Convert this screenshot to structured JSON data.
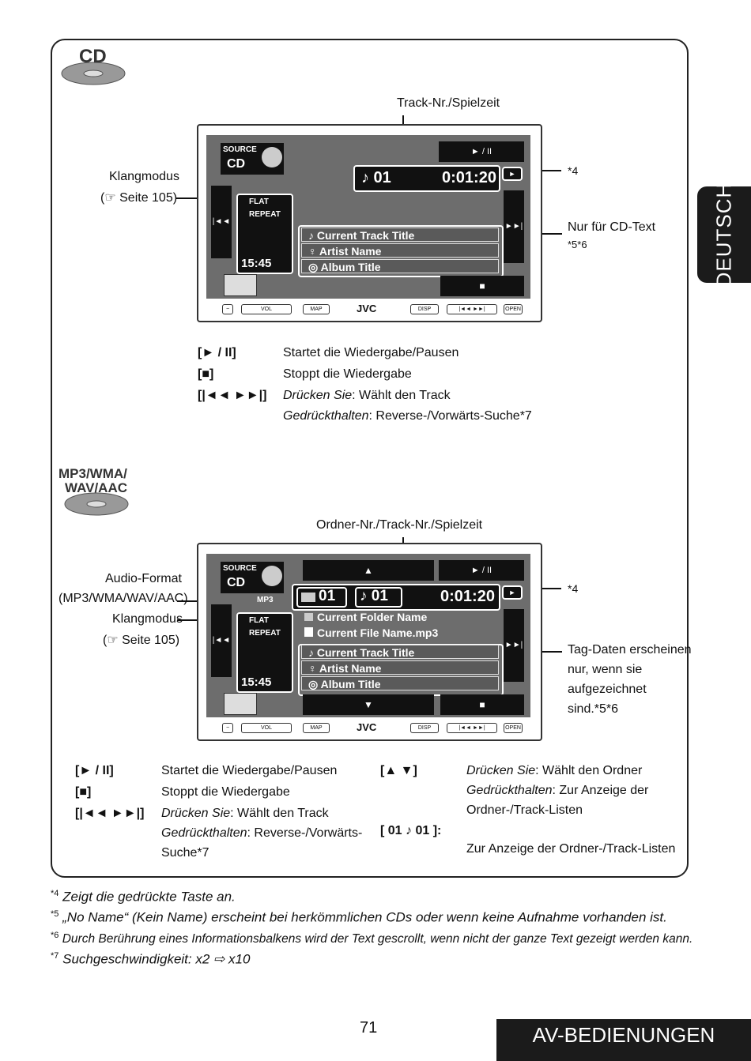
{
  "side_tab": "DEUTSCH",
  "page_number": "71",
  "section_title": "AV-BEDIENUNGEN",
  "section_cd": {
    "disc_label": "CD",
    "callout_top": "Track-Nr./Spielzeit",
    "callout_sound": "Klangmodus",
    "callout_sound_ref": "(☞ Seite 105)",
    "callout_btn": "*4",
    "callout_cdtext": "Nur für CD-Text",
    "callout_cdtext_ref": "*5*6",
    "screen": {
      "source_label": "SOURCE",
      "source_value": "CD",
      "track": "♪ 01",
      "time": "0:01:20",
      "flat": "FLAT",
      "repeat": "REPEAT",
      "clock": "15:45",
      "bars": [
        "♪ Current Track Title",
        "♀ Artist Name",
        "◎ Album Title"
      ],
      "play_btn": "► / II",
      "stop_btn": "■"
    },
    "controls": [
      {
        "key": "[► / II]",
        "text": "Startet die Wiedergabe/Pausen"
      },
      {
        "key": "[■]",
        "text": "Stoppt die Wiedergabe"
      },
      {
        "key": "[|◄◄ ►►|]",
        "text_italic": "Drücken Sie",
        "text": ": Wählt den Track"
      },
      {
        "key": "",
        "text_italic": "Gedrückthalten",
        "text": ": Reverse-/Vorwärts-Suche*7"
      }
    ]
  },
  "section_mp3": {
    "disc_label_1": "MP3/WMA/",
    "disc_label_2": "WAV/AAC",
    "callout_top": "Ordner-Nr./Track-Nr./Spielzeit",
    "callout_format": "Audio-Format",
    "callout_format_sub": "(MP3/WMA/WAV/AAC)",
    "callout_sound": "Klangmodus",
    "callout_sound_ref": "(☞ Seite 105)",
    "callout_btn": "*4",
    "callout_tag": [
      "Tag-Daten erscheinen",
      "nur, wenn sie",
      "aufgezeichnet",
      "sind.*5*6"
    ],
    "screen": {
      "source_label": "SOURCE",
      "source_value": "CD",
      "format": "MP3",
      "folder": "01",
      "track": "♪ 01",
      "time": "0:01:20",
      "flat": "FLAT",
      "repeat": "REPEAT",
      "clock": "15:45",
      "folder_name": "Current Folder Name",
      "file_name": "Current File Name.mp3",
      "bars": [
        "♪ Current Track Title",
        "♀ Artist Name",
        "◎ Album Title"
      ],
      "play_btn": "► / II",
      "stop_btn": "■"
    },
    "controls_left": [
      {
        "key": "[► / II]",
        "text": "Startet die Wiedergabe/Pausen"
      },
      {
        "key": "[■]",
        "text": "Stoppt die Wiedergabe"
      },
      {
        "key": "[|◄◄ ►►|]",
        "text_italic": "Drücken Sie",
        "text": ": Wählt den Track"
      },
      {
        "key": "",
        "text_italic": "Gedrückthalten",
        "text": ": Reverse-/Vorwärts-"
      },
      {
        "key": "",
        "text": "Suche*7"
      }
    ],
    "controls_right": [
      {
        "key": "[▲ ▼]",
        "text_italic": "Drücken Sie",
        "text": ": Wählt den Ordner"
      },
      {
        "key": "",
        "text_italic": "Gedrückthalten",
        "text": ": Zur Anzeige der"
      },
      {
        "key": "",
        "text": "Ordner-/Track-Listen"
      },
      {
        "key": "[ 01  ♪ 01 ]:",
        "text": ""
      },
      {
        "key": "",
        "text": "Zur Anzeige der Ordner-/Track-Listen"
      }
    ]
  },
  "device_panel": {
    "vol": "VOL",
    "map": "MAP",
    "brand": "JVC",
    "disp": "DISP",
    "open": "OPEN"
  },
  "footnotes": [
    {
      "mark": "*4",
      "text": "Zeigt die gedrückte Taste an."
    },
    {
      "mark": "*5",
      "text": "„No Name“ (Kein Name) erscheint bei herkömmlichen CDs oder wenn keine Aufnahme vorhanden ist."
    },
    {
      "mark": "*6",
      "text": "Durch Berührung eines Informationsbalkens wird der Text gescrollt, wenn nicht der ganze Text gezeigt werden kann."
    },
    {
      "mark": "*7",
      "text": "Suchgeschwindigkeit: x2 ⇨ x10"
    }
  ]
}
